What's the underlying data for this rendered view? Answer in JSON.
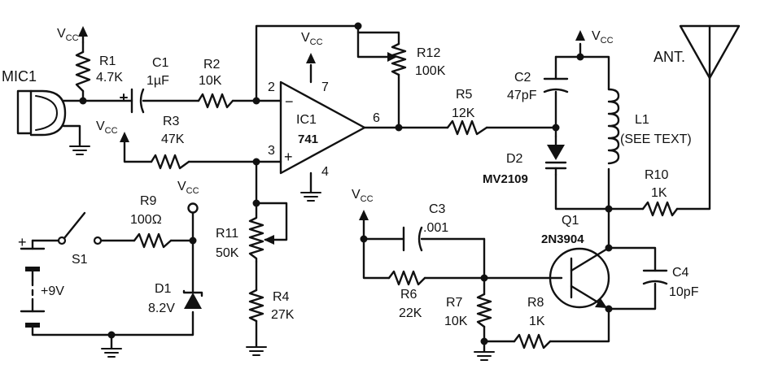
{
  "supply": {
    "v": "V",
    "sub": "CC"
  },
  "parts": {
    "mic1": "MIC1",
    "r1": {
      "ref": "R1",
      "value": "4.7K"
    },
    "c1": {
      "ref": "C1",
      "value": "1µF"
    },
    "r2": {
      "ref": "R2",
      "value": "10K"
    },
    "r3": {
      "ref": "R3",
      "value": "47K"
    },
    "r12": {
      "ref": "R12",
      "value": "100K"
    },
    "ic1": {
      "ref": "IC1",
      "value": "741",
      "pin_inv": "2",
      "pin_noninv": "3",
      "pin_out": "6",
      "pin_vcc": "7",
      "pin_gnd": "4",
      "minus": "−",
      "plus": "+"
    },
    "r5": {
      "ref": "R5",
      "value": "12K"
    },
    "c2": {
      "ref": "C2",
      "value": "47pF"
    },
    "d2": {
      "ref": "D2",
      "value": "MV2109"
    },
    "l1": {
      "ref": "L1",
      "value": "(SEE TEXT)"
    },
    "ant": "ANT.",
    "r10": {
      "ref": "R10",
      "value": "1K"
    },
    "r9": {
      "ref": "R9",
      "value": "100Ω"
    },
    "s1": "S1",
    "battery": {
      "value": "+9V",
      "plus": "+"
    },
    "d1": {
      "ref": "D1",
      "value": "8.2V"
    },
    "r11": {
      "ref": "R11",
      "value": "50K"
    },
    "r4": {
      "ref": "R4",
      "value": "27K"
    },
    "c3": {
      "ref": "C3",
      "value": ".001"
    },
    "q1": {
      "ref": "Q1",
      "value": "2N3904"
    },
    "c4": {
      "ref": "C4",
      "value": "10pF"
    },
    "r6": {
      "ref": "R6",
      "value": "22K"
    },
    "r7": {
      "ref": "R7",
      "value": "10K"
    },
    "r8": {
      "ref": "R8",
      "value": "1K"
    }
  }
}
